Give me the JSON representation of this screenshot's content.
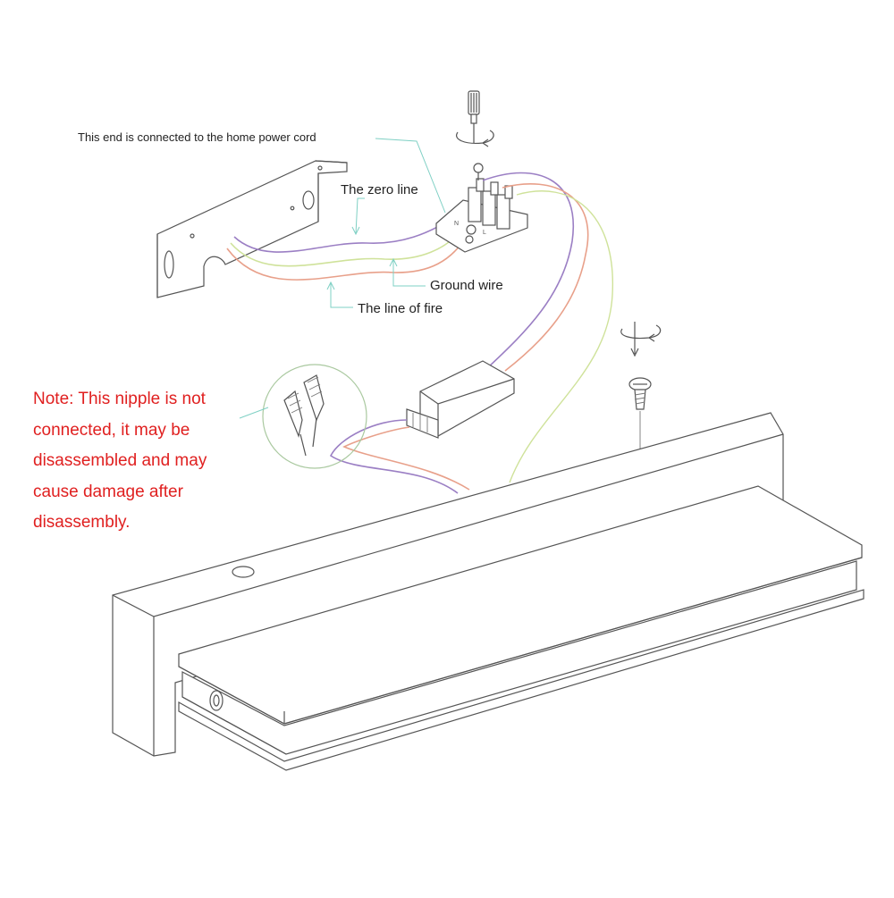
{
  "labels": {
    "power_cord": "This end is connected to the home power cord",
    "zero_line": "The zero line",
    "ground_wire": "Ground wire",
    "fire_line": "The line of fire"
  },
  "note": {
    "lines": [
      "Note: This nipple is not",
      "connected, it may be",
      "disassembled and may",
      "cause damage after",
      "disassembly."
    ]
  },
  "terminal_marks": [
    "N",
    "L"
  ],
  "colors": {
    "neutral_wire": "#9b7fc4",
    "live_wire": "#e8a08a",
    "ground_wire": "#cfe29a",
    "leader_line": "#7fd0c4",
    "note_text": "#e02020"
  }
}
